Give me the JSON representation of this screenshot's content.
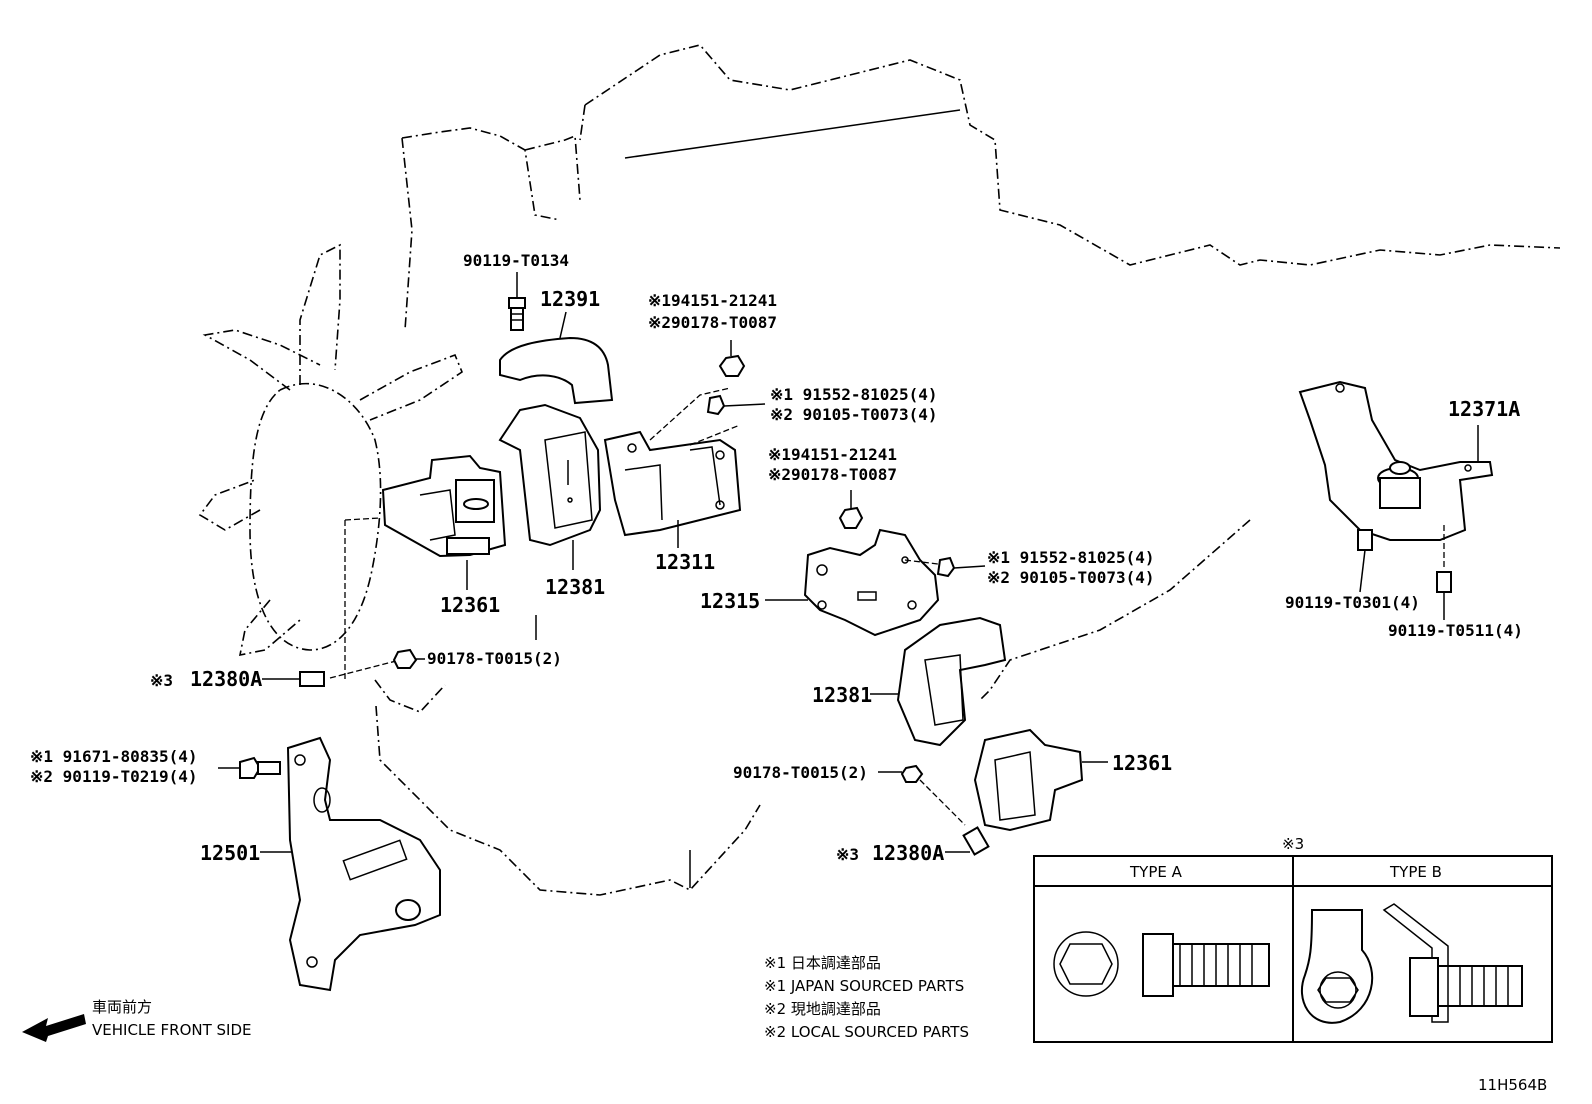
{
  "diagram_id": "11H564B",
  "direction": {
    "jp": "車両前方",
    "en": "VEHICLE FRONT SIDE"
  },
  "labels": {
    "top_bolt": "90119-T0134",
    "cover_top": "12391",
    "nut_top_1": "※194151-21241",
    "nut_top_2": "※290178-T0087",
    "bolt_upper_1": "※1 91552-81025(4)",
    "bolt_upper_2": "※2 90105-T0073(4)",
    "nut_mid_1": "※194151-21241",
    "nut_mid_2": "※290178-T0087",
    "bolt_mid_1": "※1 91552-81025(4)",
    "bolt_mid_2": "※2 90105-T0073(4)",
    "mount_left": "12361",
    "mount_right": "12361",
    "cover_left": "12381",
    "cover_right": "12381",
    "bracket_left": "12311",
    "bracket_right": "12315",
    "rear_mount": "12371A",
    "rear_bolt_1": "90119-T0301(4)",
    "rear_bolt_2": "90119-T0511(4)",
    "stud_left_prefix": "※3",
    "stud_left": "12380A",
    "nut_left": "90178-T0015(2)",
    "stud_right_prefix": "※3",
    "stud_right": "12380A",
    "nut_right": "90178-T0015(2)",
    "lower_bolt_1": "※1  91671-80835(4)",
    "lower_bolt_2": "※2  90119-T0219(4)",
    "lower_bracket": "12501"
  },
  "notes": [
    "※1 日本調達部品",
    "※1 JAPAN SOURCED PARTS",
    "※2 現地調達部品",
    "※2 LOCAL SOURCED PARTS"
  ],
  "type_table": {
    "title": "※3",
    "type_a": "TYPE A",
    "type_b": "TYPE B"
  }
}
